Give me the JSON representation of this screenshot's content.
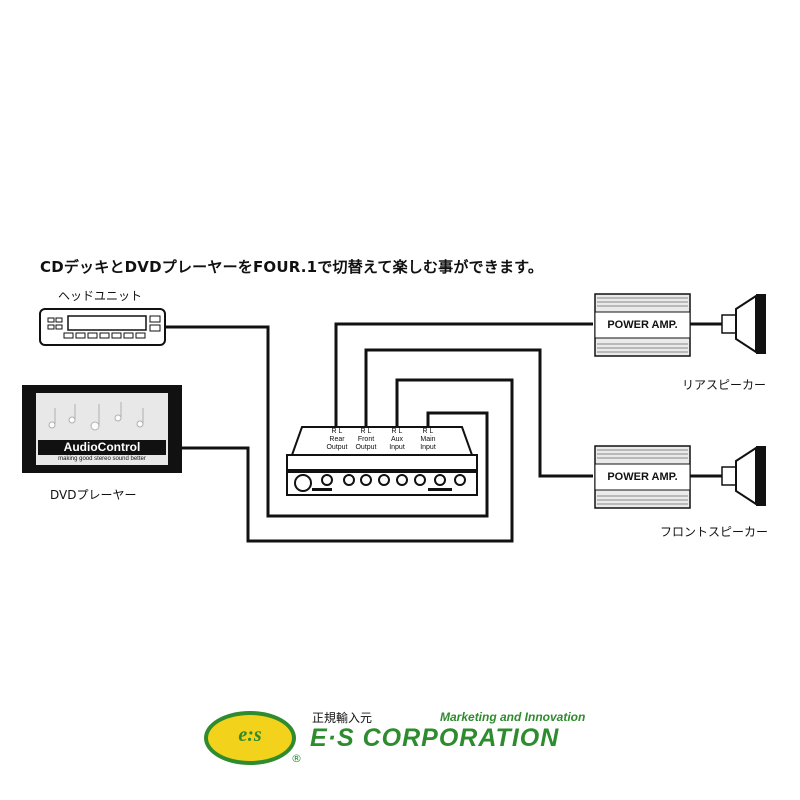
{
  "title": "CDデッキとDVDプレーヤーをFOUR.1で切替えて楽しむ事ができます。",
  "devices": {
    "head_unit_label": "ヘッドユニット",
    "dvd_label": "DVDプレーヤー",
    "dvd_brand": "AudioControl",
    "dvd_tagline": "making good stereo sound better",
    "rear_amp_label": "POWER AMP.",
    "front_amp_label": "POWER AMP.",
    "rear_speaker_label": "リアスピーカー",
    "front_speaker_label": "フロントスピーカー"
  },
  "processor": {
    "ports": [
      {
        "rl": "R  L",
        "name": "Rear Output"
      },
      {
        "rl": "R  L",
        "name": "Front Output"
      },
      {
        "rl": "R  L",
        "name": "Aux Input"
      },
      {
        "rl": "R  L",
        "name": "Main Input"
      }
    ]
  },
  "logo": {
    "sub": "正規輸入元",
    "tagline": "Marketing and Innovation",
    "corporation": "E·S CORPORATION",
    "badge": "e:s",
    "reg": "®"
  },
  "colors": {
    "wire": "#111111",
    "logo_green": "#2e8b2e",
    "logo_yellow": "#f2d21b"
  }
}
